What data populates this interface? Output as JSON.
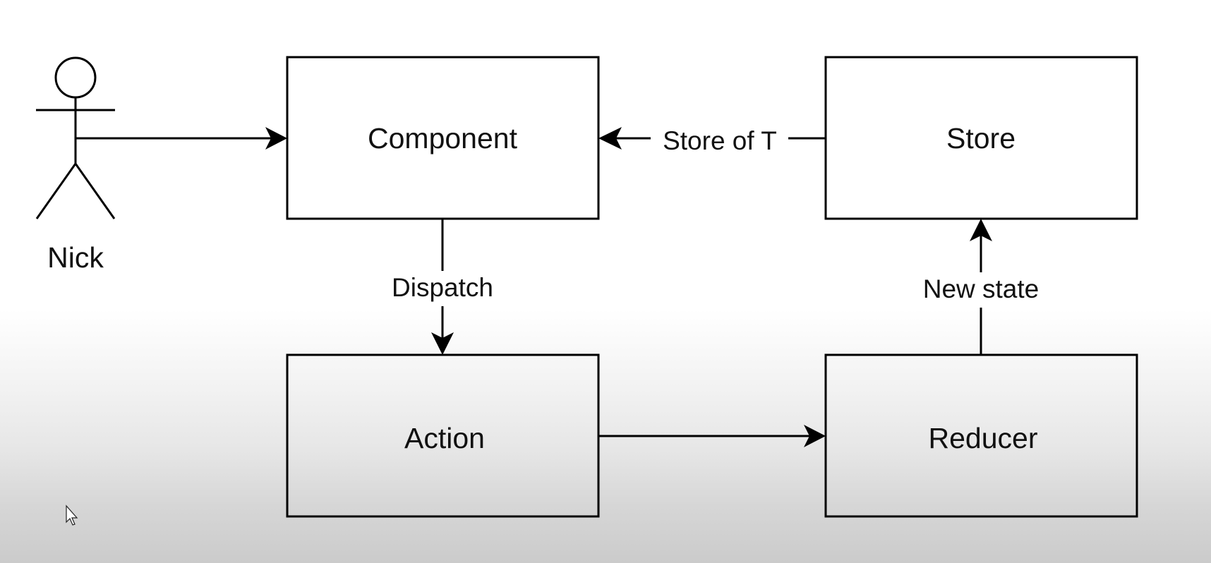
{
  "diagram": {
    "actor": {
      "label": "Nick"
    },
    "nodes": {
      "component": {
        "label": "Component"
      },
      "store": {
        "label": "Store"
      },
      "action": {
        "label": "Action"
      },
      "reducer": {
        "label": "Reducer"
      }
    },
    "edges": {
      "store_to_component": {
        "label": "Store of T"
      },
      "component_to_action": {
        "label": "Dispatch"
      },
      "reducer_to_store": {
        "label": "New state"
      }
    }
  },
  "colors": {
    "stroke": "#000000",
    "text": "#111111",
    "background_top": "#ffffff",
    "background_bottom": "#cbcbcb"
  },
  "icons": {
    "cursor": "mouse-pointer-icon"
  }
}
